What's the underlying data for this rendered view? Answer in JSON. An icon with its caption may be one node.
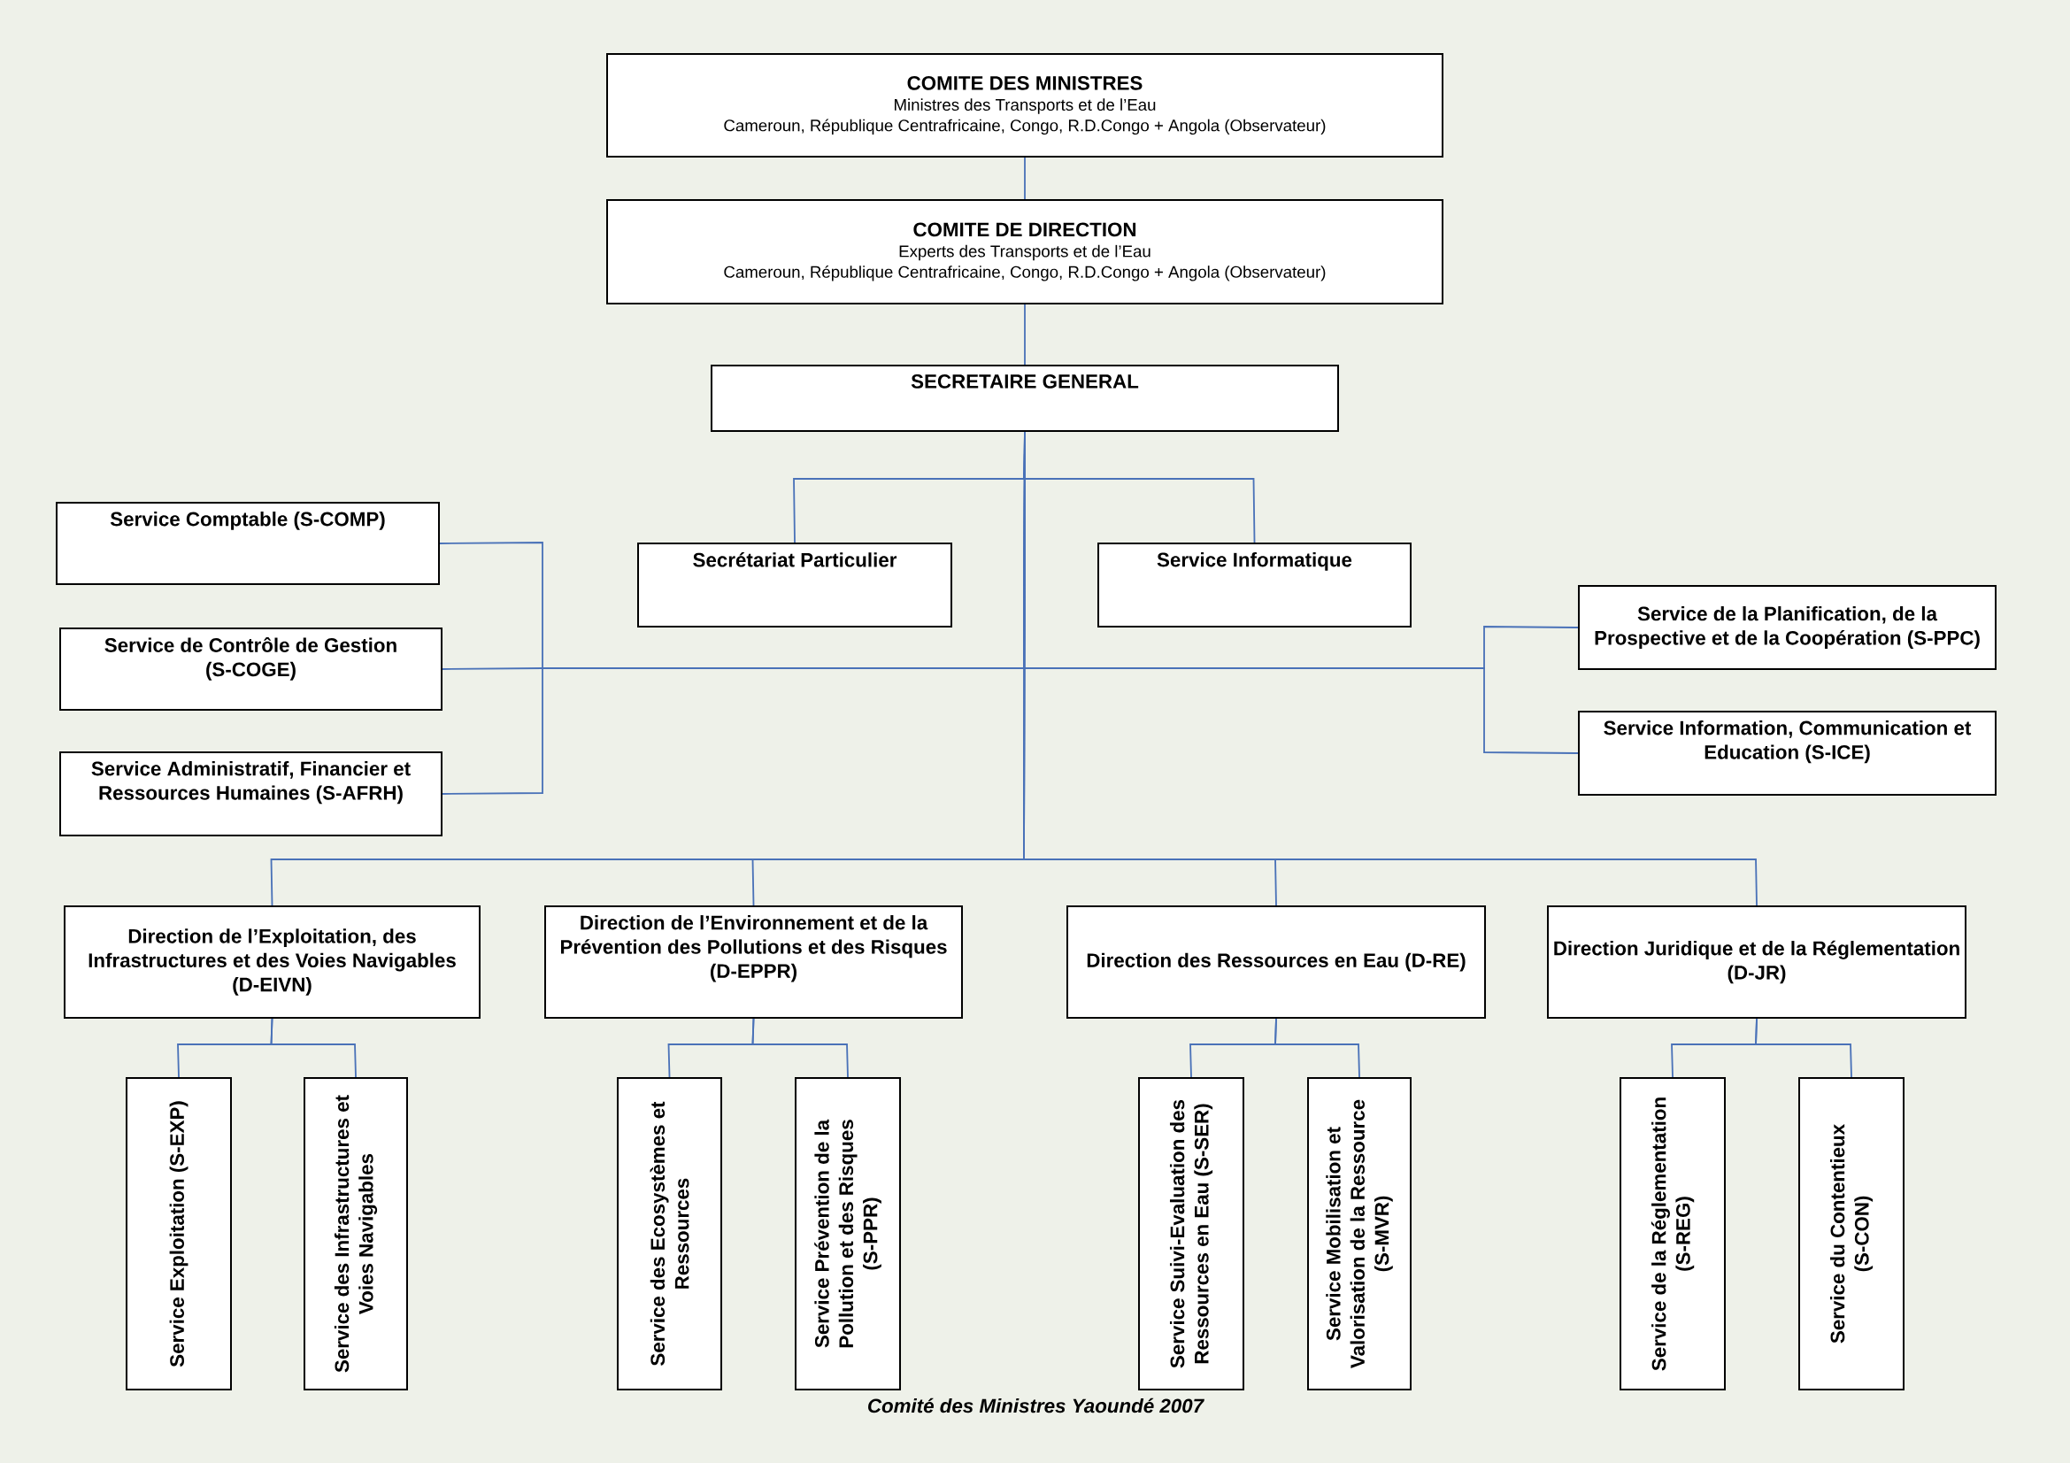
{
  "diagram": {
    "caption": "Comité des Ministres Yaoundé 2007",
    "nodes": [
      {
        "text": [
          "COMITE DES MINISTRES",
          "Ministres des Transports et de l’Eau",
          "Cameroun, République Centrafricaine, Congo, R.D.Congo + Angola (Observateur)"
        ]
      },
      {
        "text": [
          "COMITE DE DIRECTION",
          "Experts des Transports et de l’Eau",
          "Cameroun, République Centrafricaine, Congo, R.D.Congo + Angola (Observateur)"
        ]
      },
      {
        "text": [
          "SECRETAIRE GENERAL"
        ]
      },
      {
        "text": [
          "Secrétariat Particulier"
        ]
      },
      {
        "text": [
          "Service Informatique"
        ]
      },
      {
        "text": [
          "Service Comptable (S-COMP)"
        ]
      },
      {
        "text": [
          "Service de Contrôle de Gestion (S-COGE)"
        ]
      },
      {
        "text": [
          "Service Administratif, Financier et Ressources Humaines (S-AFRH)"
        ]
      },
      {
        "text": [
          "Service de la Planification, de la Prospective et de la Coopération (S-PPC)"
        ]
      },
      {
        "text": [
          "Service Information, Communication et Education (S-ICE)"
        ]
      },
      {
        "text": [
          "Direction de l’Exploitation, des Infrastructures et des Voies Navigables (D-EIVN)"
        ]
      },
      {
        "text": [
          "Direction de l’Environnement et de la Prévention des Pollutions et des Risques (D-EPPR)"
        ]
      },
      {
        "text": [
          "Direction des Ressources en Eau (D-RE)"
        ]
      },
      {
        "text": [
          "Direction Juridique et de la Réglementation (D-JR)"
        ]
      },
      {
        "text": [
          "Service Exploitation (S-EXP)"
        ]
      },
      {
        "text": [
          "Service des Infrastructures et Voies Navigables"
        ]
      },
      {
        "text": [
          "Service des Ecosystèmes et Ressources"
        ]
      },
      {
        "text": [
          "Service Prévention de la Pollution et des Risques (S-PPR)"
        ]
      },
      {
        "text": [
          "Service Suivi-Evaluation des Ressources en Eau (S-SER)"
        ]
      },
      {
        "text": [
          "Service Mobilisation et Valorisation de la Ressource (S-MVR)"
        ]
      },
      {
        "text": [
          "Service de la Réglementation (S-REG)"
        ]
      },
      {
        "text": [
          "Service du Contentieux (S-CON)"
        ]
      }
    ],
    "edges": [
      {
        "from": 0,
        "to": 1,
        "arrow": "none"
      },
      {
        "from": 1,
        "to": 2,
        "arrow": "none"
      },
      {
        "from": 2,
        "to": 3,
        "arrow": "none"
      },
      {
        "from": 2,
        "to": 4,
        "arrow": "none"
      },
      {
        "from": 2,
        "to": 5,
        "arrow": "none"
      },
      {
        "from": 2,
        "to": 6,
        "arrow": "none"
      },
      {
        "from": 2,
        "to": 7,
        "arrow": "none"
      },
      {
        "from": 2,
        "to": 8,
        "arrow": "none"
      },
      {
        "from": 2,
        "to": 9,
        "arrow": "none"
      },
      {
        "from": 2,
        "to": 10,
        "arrow": "none"
      },
      {
        "from": 2,
        "to": 11,
        "arrow": "none"
      },
      {
        "from": 2,
        "to": 12,
        "arrow": "none"
      },
      {
        "from": 2,
        "to": 13,
        "arrow": "none"
      },
      {
        "from": 10,
        "to": 14,
        "arrow": "none"
      },
      {
        "from": 10,
        "to": 15,
        "arrow": "none"
      },
      {
        "from": 11,
        "to": 16,
        "arrow": "none"
      },
      {
        "from": 11,
        "to": 17,
        "arrow": "none"
      },
      {
        "from": 12,
        "to": 18,
        "arrow": "none"
      },
      {
        "from": 12,
        "to": 19,
        "arrow": "none"
      },
      {
        "from": 13,
        "to": 20,
        "arrow": "none"
      },
      {
        "from": 13,
        "to": 21,
        "arrow": "none"
      }
    ]
  }
}
